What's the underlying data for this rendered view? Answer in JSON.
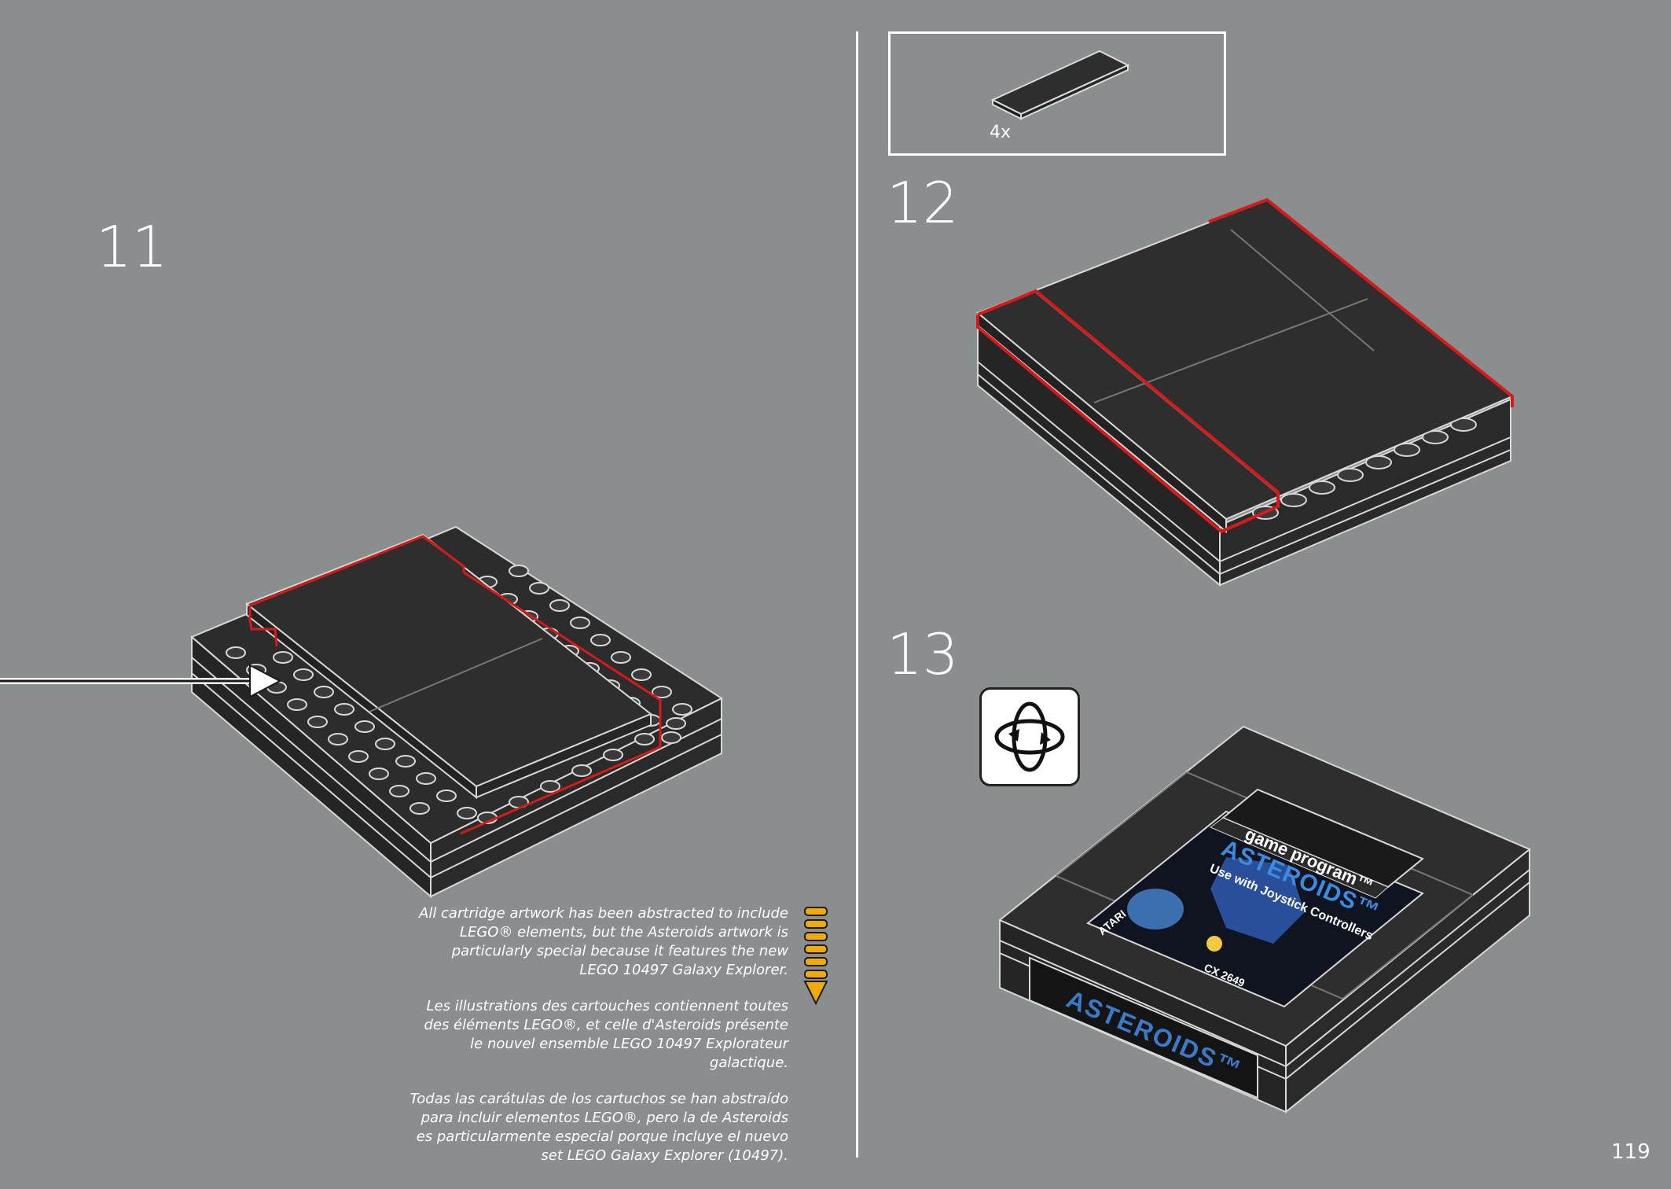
{
  "steps": {
    "step11": "11",
    "step12": "12",
    "step13": "13"
  },
  "parts": {
    "quantity": "4x"
  },
  "notes": {
    "en": "All cartridge artwork has been abstracted to include LEGO® elements, but the Asteroids artwork is particularly special because it features the new LEGO 10497 Galaxy Explorer.",
    "fr": "Les illustrations des cartouches contiennent toutes des éléments LEGO®, et celle d'Asteroids présente le nouvel ensemble LEGO 10497 Explorateur galactique.",
    "es": "Todas las carátulas de los cartuchos se han abstraído para incluir elementos LEGO®, pero la de Asteroids es particularmente especial porque incluye el nuevo set LEGO Galaxy Explorer (10497)."
  },
  "cartridge_label": {
    "line1": "game program™",
    "title": "ASTEROIDS™",
    "line3": "Use with Joystick Controllers",
    "code": "CX 2649",
    "brand": "ATARI",
    "end_label": "ASTEROIDS™"
  },
  "page": {
    "number": "119"
  },
  "colors": {
    "background": "#8a8e8f",
    "brick": "#2e2e2e",
    "highlight": "#d61a1a",
    "callout_pencil": "#f2a900"
  }
}
